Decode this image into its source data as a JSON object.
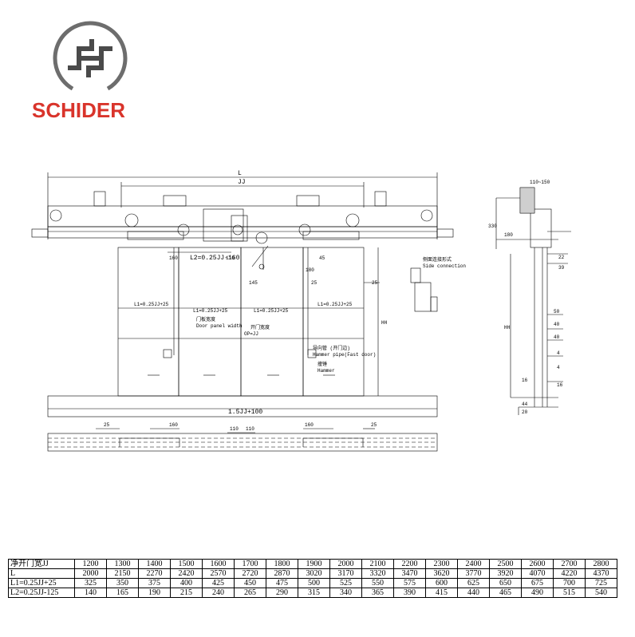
{
  "brand": {
    "name": "SCHIDER"
  },
  "drawing": {
    "dim_L": "L",
    "dim_JJ": "JJ",
    "dim_L2": "L2=0.25JJ-160",
    "dim_110": "110",
    "dim_160": "160",
    "dim_45": "45",
    "dim_145": "145",
    "dim_180": "180",
    "dim_25": "25",
    "dim_L1_left": "L1=0.25JJ+25",
    "dim_L1_inner_left": "L1=0.25JJ+25",
    "dim_L1_inner_right": "L1=0.25JJ+25",
    "dim_L1_right": "L1=0.25JJ+25",
    "door_panel_cn": "门板宽度",
    "door_panel_en": "Door panel width",
    "op_cn": "开门宽度",
    "op_en": "OP=JJ",
    "hammer_pipe_cn": "导向管 (开门边)",
    "hammer_pipe_en": "Hammer pipe(Fast door)",
    "hammer_cn": "撞锤",
    "hammer_en": "Hammer",
    "dim_H": "HH",
    "dim_bottom": "1.5JJ+100",
    "side_conn_cn": "侧面连接形式",
    "side_conn_en": "Side connection",
    "side_top": "110~150",
    "side_330": "330",
    "side_180": "180",
    "side_22": "22",
    "side_39": "39",
    "side_50": "50",
    "side_40": "40",
    "side_4": "4",
    "side_16": "16",
    "side_44": "44",
    "side_20": "20",
    "side_HH": "HH"
  },
  "table": {
    "rows": [
      {
        "label": "净开门宽JJ",
        "values": [
          "1200",
          "1300",
          "1400",
          "1500",
          "1600",
          "1700",
          "1800",
          "1900",
          "2000",
          "2100",
          "2200",
          "2300",
          "2400",
          "2500",
          "2600",
          "2700",
          "2800"
        ]
      },
      {
        "label": "L",
        "values": [
          "2000",
          "2150",
          "2270",
          "2420",
          "2570",
          "2720",
          "2870",
          "3020",
          "3170",
          "3320",
          "3470",
          "3620",
          "3770",
          "3920",
          "4070",
          "4220",
          "4370"
        ]
      },
      {
        "label": "L1=0.25JJ+25",
        "values": [
          "325",
          "350",
          "375",
          "400",
          "425",
          "450",
          "475",
          "500",
          "525",
          "550",
          "575",
          "600",
          "625",
          "650",
          "675",
          "700",
          "725"
        ]
      },
      {
        "label": "L2=0.25JJ-125",
        "values": [
          "140",
          "165",
          "190",
          "215",
          "240",
          "265",
          "290",
          "315",
          "340",
          "365",
          "390",
          "415",
          "440",
          "465",
          "490",
          "515",
          "540"
        ]
      }
    ]
  }
}
